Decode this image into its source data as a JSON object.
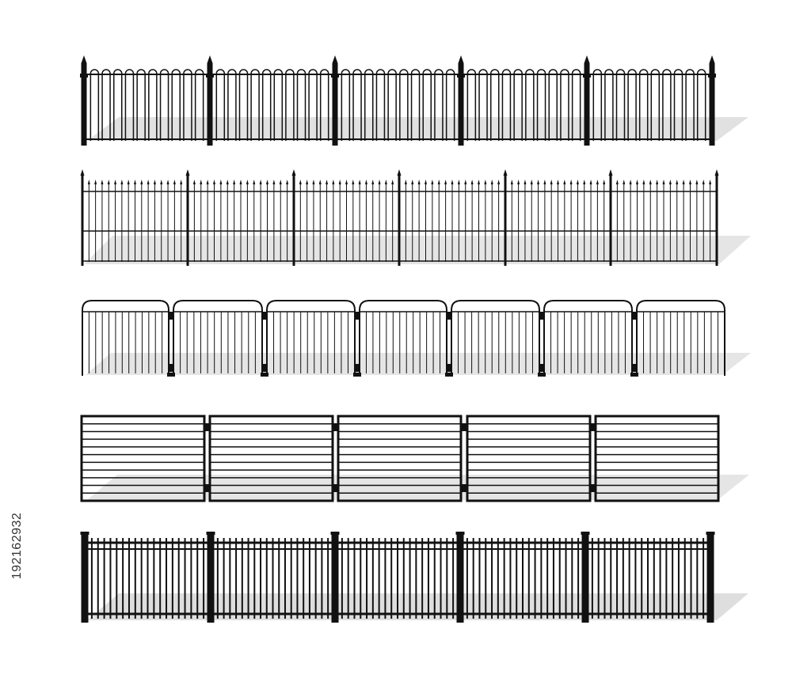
{
  "stock_id": "192162932",
  "colors": {
    "background": "#ffffff",
    "metal": "#111111",
    "shadow": "#bdbdbd",
    "id_text": "#333333"
  },
  "fences": [
    {
      "style": "hoop-top railings with finial posts"
    },
    {
      "style": "spear-top thin railings"
    },
    {
      "style": "rounded-top bar panels"
    },
    {
      "style": "horizontal bar panels"
    },
    {
      "style": "flat-top picket railings"
    }
  ]
}
